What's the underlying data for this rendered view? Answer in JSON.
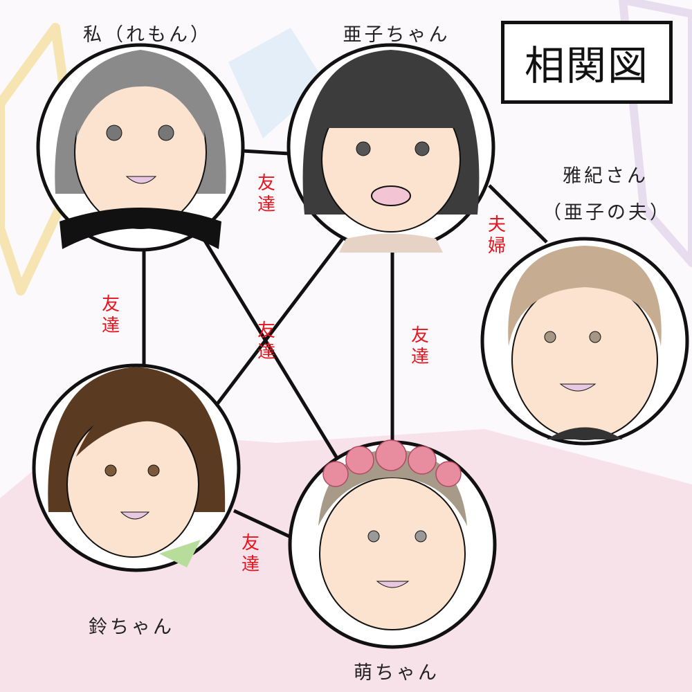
{
  "title": "相関図",
  "people": {
    "me": {
      "name": "私（れもん）"
    },
    "ako": {
      "name": "亜子ちゃん"
    },
    "masaki": {
      "name": "雅紀さん",
      "note": "（亜子の夫）"
    },
    "suzu": {
      "name": "鈴ちゃん"
    },
    "moe": {
      "name": "萌ちゃん"
    }
  },
  "relations": [
    {
      "from": "me",
      "to": "ako",
      "label": "友達"
    },
    {
      "from": "me",
      "to": "suzu",
      "label": "友達"
    },
    {
      "from": "me",
      "to": "moe",
      "label": "友達"
    },
    {
      "from": "ako",
      "to": "suzu",
      "label": "友達"
    },
    {
      "from": "ako",
      "to": "moe",
      "label": "友達"
    },
    {
      "from": "ako",
      "to": "masaki",
      "label": "夫婦"
    },
    {
      "from": "suzu",
      "to": "moe",
      "label": "友達"
    }
  ],
  "colors": {
    "relation_label": "#e8141e",
    "line": "#111111"
  }
}
